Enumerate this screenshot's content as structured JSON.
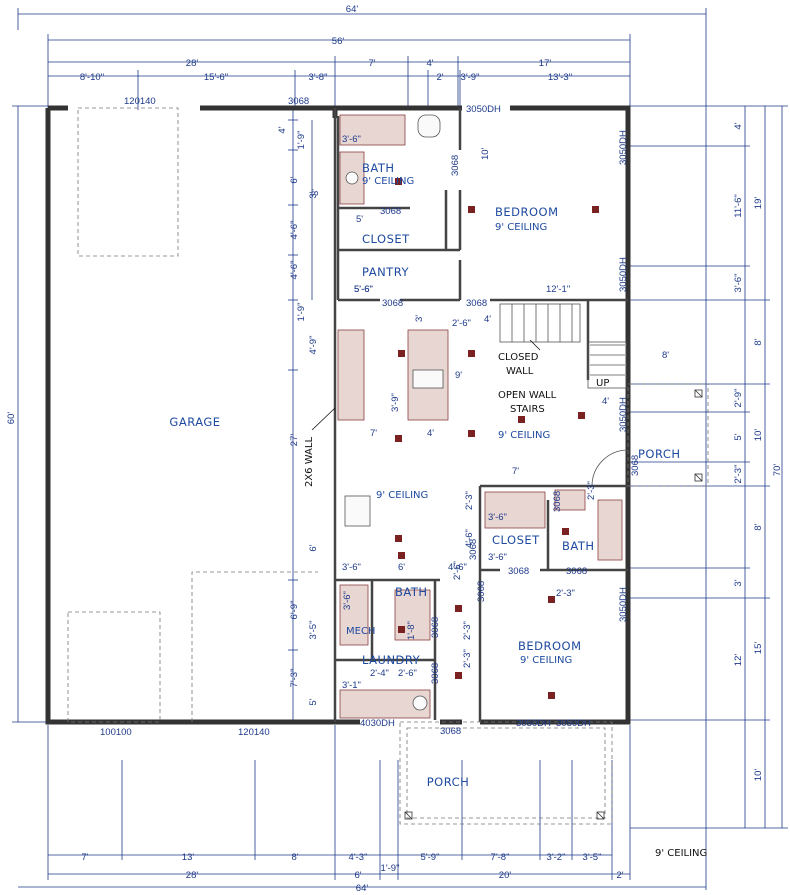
{
  "rooms": {
    "garage": "GARAGE",
    "bath_top": "BATH",
    "bath_top_ceiling": "9' CEILING",
    "closet_top": "CLOSET",
    "pantry": "PANTRY",
    "bedroom_top": "BEDROOM",
    "bedroom_top_ceiling": "9' CEILING",
    "closed_wall_1": "CLOSED",
    "closed_wall_2": "WALL",
    "open_wall_1": "OPEN WALL",
    "open_wall_2": "STAIRS",
    "living_ceiling": "9' CEILING",
    "kitchen_ceiling": "9' CEILING",
    "porch_right": "PORCH",
    "closet_mid": "CLOSET",
    "bath_mid": "BATH",
    "bath_low": "BATH",
    "mech": "MECH",
    "laundry": "LAUNDRY",
    "bedroom_low": "BEDROOM",
    "bedroom_low_ceiling": "9' CEILING",
    "porch_front": "PORCH",
    "outside_ceiling": "9' CEILING",
    "wall_note": "2X6 WALL",
    "up": "UP"
  },
  "dims_top": {
    "overall": "64'",
    "row2": "56'",
    "row3": [
      "28'",
      "7'",
      "4'",
      "17'"
    ],
    "row4": [
      "8'-10\"",
      "15'-6\"",
      "3'-8\"",
      "2'",
      "3'-9\"",
      "13'-3\""
    ]
  },
  "dims_bottom": {
    "row1": [
      "7'",
      "13'",
      "8'",
      "4'-3\"",
      "5'-9\"",
      "7'-8\"",
      "3'-2\"",
      "3'-5\""
    ],
    "row2": [
      "28'",
      "6'",
      "1'-9\"",
      "20'",
      "2'"
    ],
    "overall": "64'"
  },
  "dims_left": {
    "overall": "60'",
    "stair_span": "27'",
    "segments": [
      "4'",
      "1'-9\"",
      "6'",
      "3'",
      "4'-6\"",
      "4'-6\"",
      "1'-9\"",
      "4'-9\"",
      "6'",
      "6'-9\"",
      "3'-5\"",
      "7'-3\"",
      "5'"
    ]
  },
  "dims_right": {
    "overall": "70'",
    "col1": [
      "4'",
      "11'-6\"",
      "3'-6\"",
      "8'",
      "2'-9\"",
      "5'",
      "2'-3\"",
      "8'",
      "3'",
      "12'",
      "10'"
    ],
    "col2": [
      "19'",
      "8'",
      "10'",
      "15'",
      "10'"
    ]
  },
  "dims_inner": [
    "3'-6\"",
    "5'-6\"",
    "3'",
    "5'",
    "10'",
    "12'-1\"",
    "5'-6\"",
    "3'",
    "2'-6\"",
    "4'",
    "9'",
    "3'-9\"",
    "7'",
    "4'",
    "8'",
    "4'",
    "7'",
    "3'-6\"",
    "6'",
    "4'-6\"",
    "2'-3\"",
    "3'-6\"",
    "3'-6\"",
    "2'-6\"",
    "2'-3\"",
    "1'-8\"",
    "3'-1\"",
    "2'-4\"",
    "2'-6\"",
    "2'-3\"",
    "2'-3\"",
    "4'-6\"",
    "3'-6\"",
    "2'-3\""
  ],
  "openings": {
    "garage_win_top": "120140",
    "door_top": "3068",
    "win_top_right": "3050DH",
    "win_right_1": "3050DH",
    "win_right_2": "3050DH",
    "win_right_3": "3050DH",
    "win_right_4": "3050DH",
    "door_closet": "3068",
    "door_bath_top": "3068",
    "door_pantry": "3068",
    "door_stair": "3068",
    "door_porch_side": "3068",
    "door_bath_mid_1": "3068",
    "door_bath_mid_2": "3068",
    "door_bath_mid_3": "3068",
    "door_bath_mid_4": "3068",
    "door_laundry": "3068",
    "door_bath_low": "3068",
    "door_front": "3068",
    "door_bed_low": "3068",
    "garage_door_left": "100100",
    "garage_door_right": "120140",
    "win_front_left": "4030DH",
    "win_front_right": "3050DH",
    "win_front_right2": "3050DH"
  }
}
